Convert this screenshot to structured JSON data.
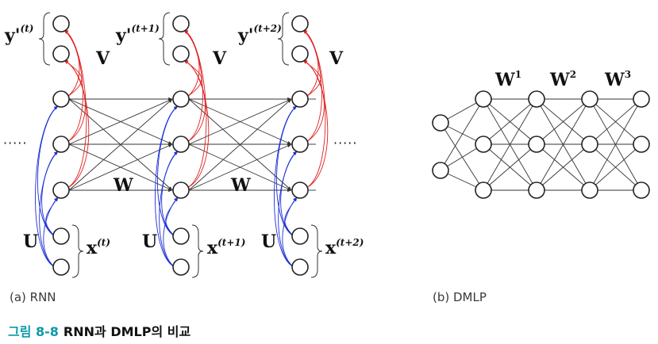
{
  "rnn": {
    "y_labels": [
      "y'",
      "y'",
      "y'"
    ],
    "y_superscripts": [
      "(t)",
      "(t+1)",
      "(t+2)"
    ],
    "x_labels": [
      "x",
      "x",
      "x"
    ],
    "x_superscripts": [
      "(t)",
      "(t+1)",
      "(t+2)"
    ],
    "v_label": "V",
    "u_label": "U",
    "w_label": "W",
    "ellipsis": "·····",
    "subtitle": "(a) RNN"
  },
  "dmlp": {
    "w_base": "W",
    "w_superscripts": [
      "1",
      "2",
      "3"
    ],
    "subtitle": "(b) DMLP"
  },
  "caption": {
    "number": "그림 8-8",
    "text": "RNN과 DMLP의 비교"
  },
  "colors": {
    "recurrent_output": "#e01f1f",
    "recurrent_input": "#1c2fd6",
    "caption_accent": "#0b9aa8"
  }
}
